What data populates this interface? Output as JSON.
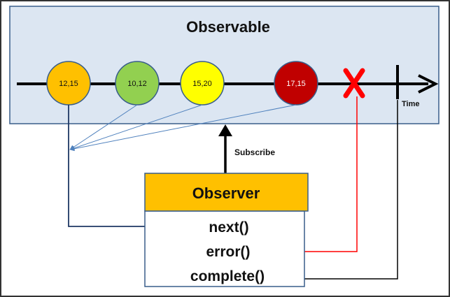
{
  "observable": {
    "title": "Observable"
  },
  "timeline": {
    "time_label": "Time",
    "marbles": [
      {
        "label": "12,15",
        "fill": "#FFC000",
        "text_color": "#111111"
      },
      {
        "label": "10,12",
        "fill": "#92D050",
        "text_color": "#111111"
      },
      {
        "label": "15,20",
        "fill": "#FFFF00",
        "text_color": "#111111"
      },
      {
        "label": "17,15",
        "fill": "#C00000",
        "text_color": "#ffffff"
      }
    ],
    "error_marker": {
      "symbol": "x",
      "color": "#FF0000"
    }
  },
  "subscribe_label": "Subscribe",
  "observer": {
    "title": "Observer",
    "header_color": "#FFC000",
    "methods": {
      "next": "next()",
      "error": "error()",
      "complete": "complete()"
    }
  },
  "colors": {
    "observable_bg": "#DCE6F2",
    "observable_border": "#385D8A",
    "next_line": "#1F3864",
    "value_lines": "#4F81BD",
    "error_line": "#FF0000",
    "complete_line": "#000000"
  }
}
